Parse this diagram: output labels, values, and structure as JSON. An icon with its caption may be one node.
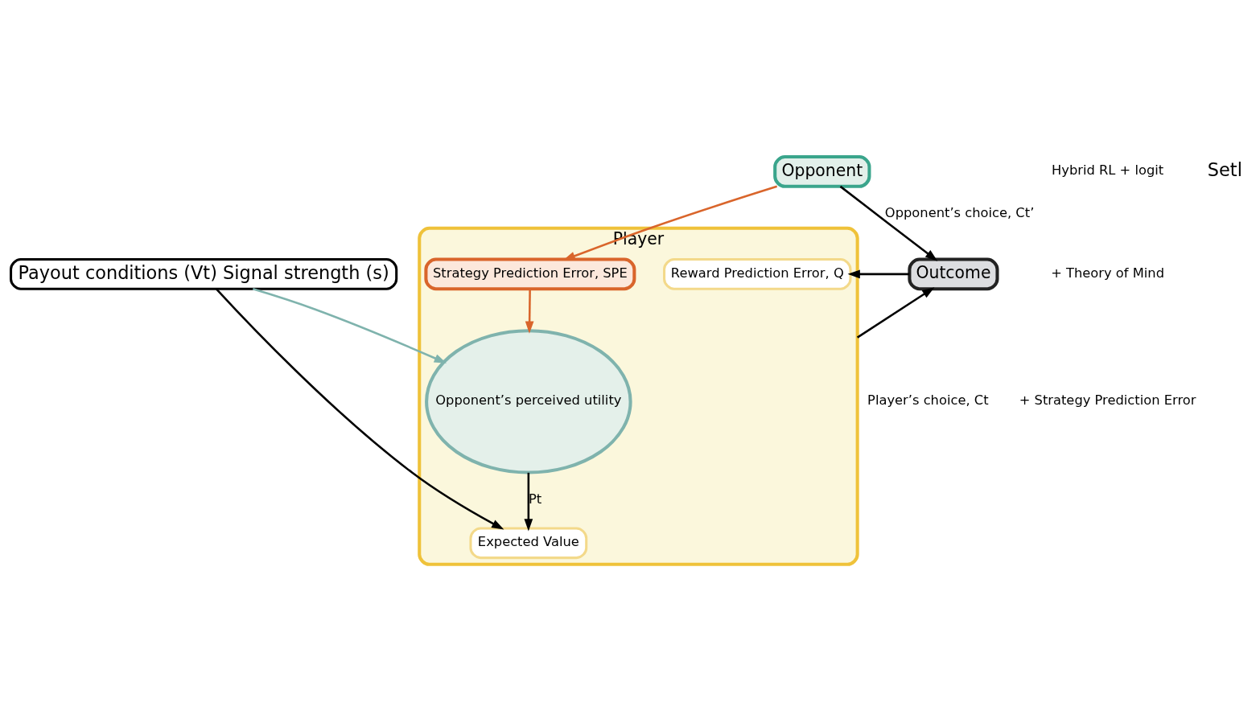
{
  "diagram": {
    "nodes": [
      {
        "text": [
          "Payout conditions (Vt) Signal strength (s)"
        ]
      },
      {
        "text": [
          "Player"
        ]
      },
      {
        "text": [
          "Expected Value"
        ],
        "in": 1
      },
      {
        "text": [
          "Reward Prediction Error, Q"
        ],
        "in": 1
      },
      {
        "text": [
          "Strategy Prediction Error, SPE"
        ],
        "in": 1
      },
      {
        "text": [
          "Opponent’s perceived utility"
        ],
        "in": 1
      },
      {
        "text": [
          "Opponent"
        ]
      },
      {
        "text": [
          "Outcome"
        ]
      }
    ],
    "edges": [
      {
        "from": 0,
        "to": 2,
        "arrow": "to"
      },
      {
        "from": 0,
        "to": 5,
        "arrow": "to",
        "color": "#7fb3ad"
      },
      {
        "from": 5,
        "to": 2,
        "arrow": "to",
        "label": "Pt"
      },
      {
        "from": 4,
        "to": 5,
        "arrow": "to",
        "color": "#d9652b"
      },
      {
        "from": 7,
        "to": 3,
        "arrow": "to"
      },
      {
        "from": 1,
        "to": 7,
        "arrow": "to",
        "label": "Player’s choice, Ct"
      },
      {
        "from": 6,
        "to": 7,
        "arrow": "to",
        "label": "Opponent’s choice, Ct’"
      },
      {
        "from": 6,
        "to": 4,
        "arrow": "to",
        "color": "#d9652b"
      }
    ],
    "labels": [
      "Setl"
    ],
    "legend": [
      {
        "text": "Hybrid RL + logit"
      },
      {
        "text": "+ Theory of Mind"
      },
      {
        "text": "+ Strategy Prediction Error"
      }
    ]
  }
}
